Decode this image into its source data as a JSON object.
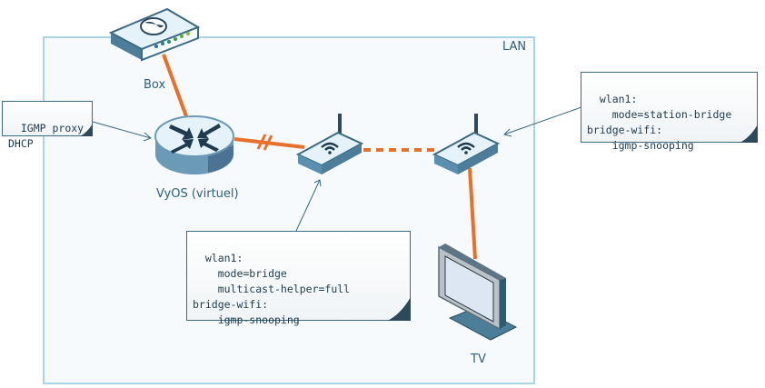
{
  "diagram": {
    "zone_label": "LAN",
    "nodes": {
      "box": {
        "label": "Box",
        "icon": "isp-modem-icon"
      },
      "vyos": {
        "label": "VyOS (virtuel)",
        "icon": "router-icon"
      },
      "ap1": {
        "label": "",
        "icon": "wireless-ap-icon"
      },
      "ap2": {
        "label": "",
        "icon": "wireless-ap-icon"
      },
      "tv": {
        "label": "TV",
        "icon": "tv-icon"
      }
    },
    "notes": {
      "vyos_note": "IGMP proxy\nDHCP",
      "ap1_note": "wlan1:\n    mode=bridge\n    multicast-helper=full\nbridge-wifi:\n    igmp-snooping",
      "ap2_note": "wlan1:\n    mode=station-bridge\nbridge-wifi:\n    igmp-snooping"
    },
    "links": [
      {
        "from": "box",
        "to": "vyos",
        "style": "solid"
      },
      {
        "from": "vyos",
        "to": "ap1",
        "style": "solid-break"
      },
      {
        "from": "ap1",
        "to": "ap2",
        "style": "dotted-wireless"
      },
      {
        "from": "ap2",
        "to": "tv",
        "style": "solid"
      }
    ],
    "colors": {
      "link": "#e8702a",
      "zone_border": "#a9d4e4",
      "device_dark": "#3d6a82",
      "device_light": "#e6f2f9",
      "text": "#2f5f7a"
    }
  }
}
